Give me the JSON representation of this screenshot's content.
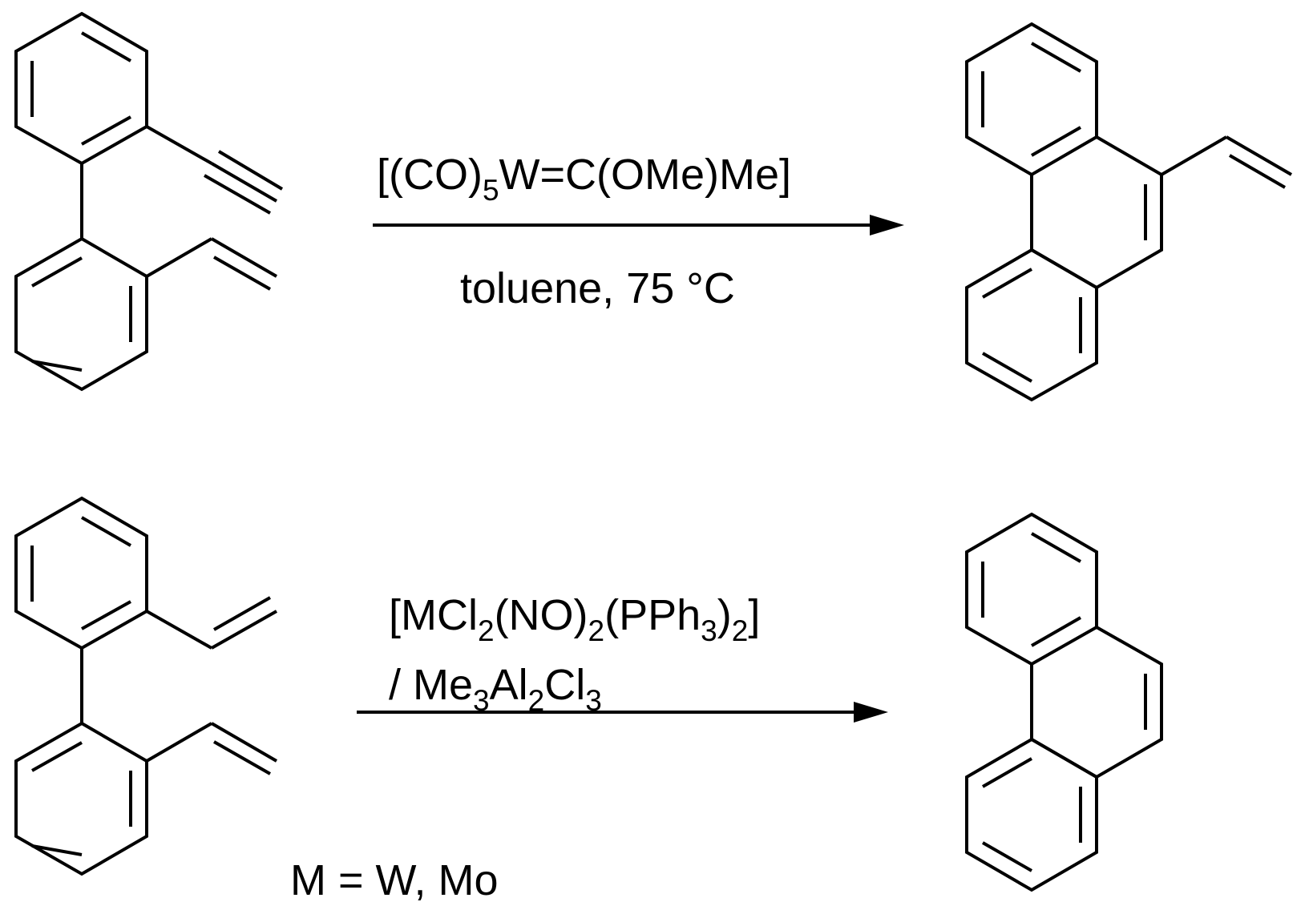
{
  "reaction_1": {
    "reagent": {
      "main": "[(CO)",
      "sub": "5",
      "rest": "W=C(OMe)Me]"
    },
    "conditions": "toluene, 75 °C",
    "reactant": "2-ethynyl-2'-vinylbiphenyl",
    "product": "9-vinylphenanthrene"
  },
  "reaction_2": {
    "reagent_line1": [
      {
        "text": "[MCl",
        "sub": false
      },
      {
        "text": "2",
        "sub": true
      },
      {
        "text": "(NO)",
        "sub": false
      },
      {
        "text": "2",
        "sub": true
      },
      {
        "text": "(PPh",
        "sub": false
      },
      {
        "text": "3",
        "sub": true
      },
      {
        "text": ")",
        "sub": false
      },
      {
        "text": "2",
        "sub": true
      },
      {
        "text": "]",
        "sub": false
      }
    ],
    "reagent_line2": [
      {
        "text": "/ Me",
        "sub": false
      },
      {
        "text": "3",
        "sub": true
      },
      {
        "text": "Al",
        "sub": false
      },
      {
        "text": "2",
        "sub": true
      },
      {
        "text": "Cl",
        "sub": false
      },
      {
        "text": "3",
        "sub": true
      }
    ],
    "footnote": "M = W, Mo",
    "reactant": "2,2'-divinylbiphenyl",
    "product": "phenanthrene"
  },
  "colors": {
    "ink": "#000000",
    "background": "#ffffff"
  }
}
